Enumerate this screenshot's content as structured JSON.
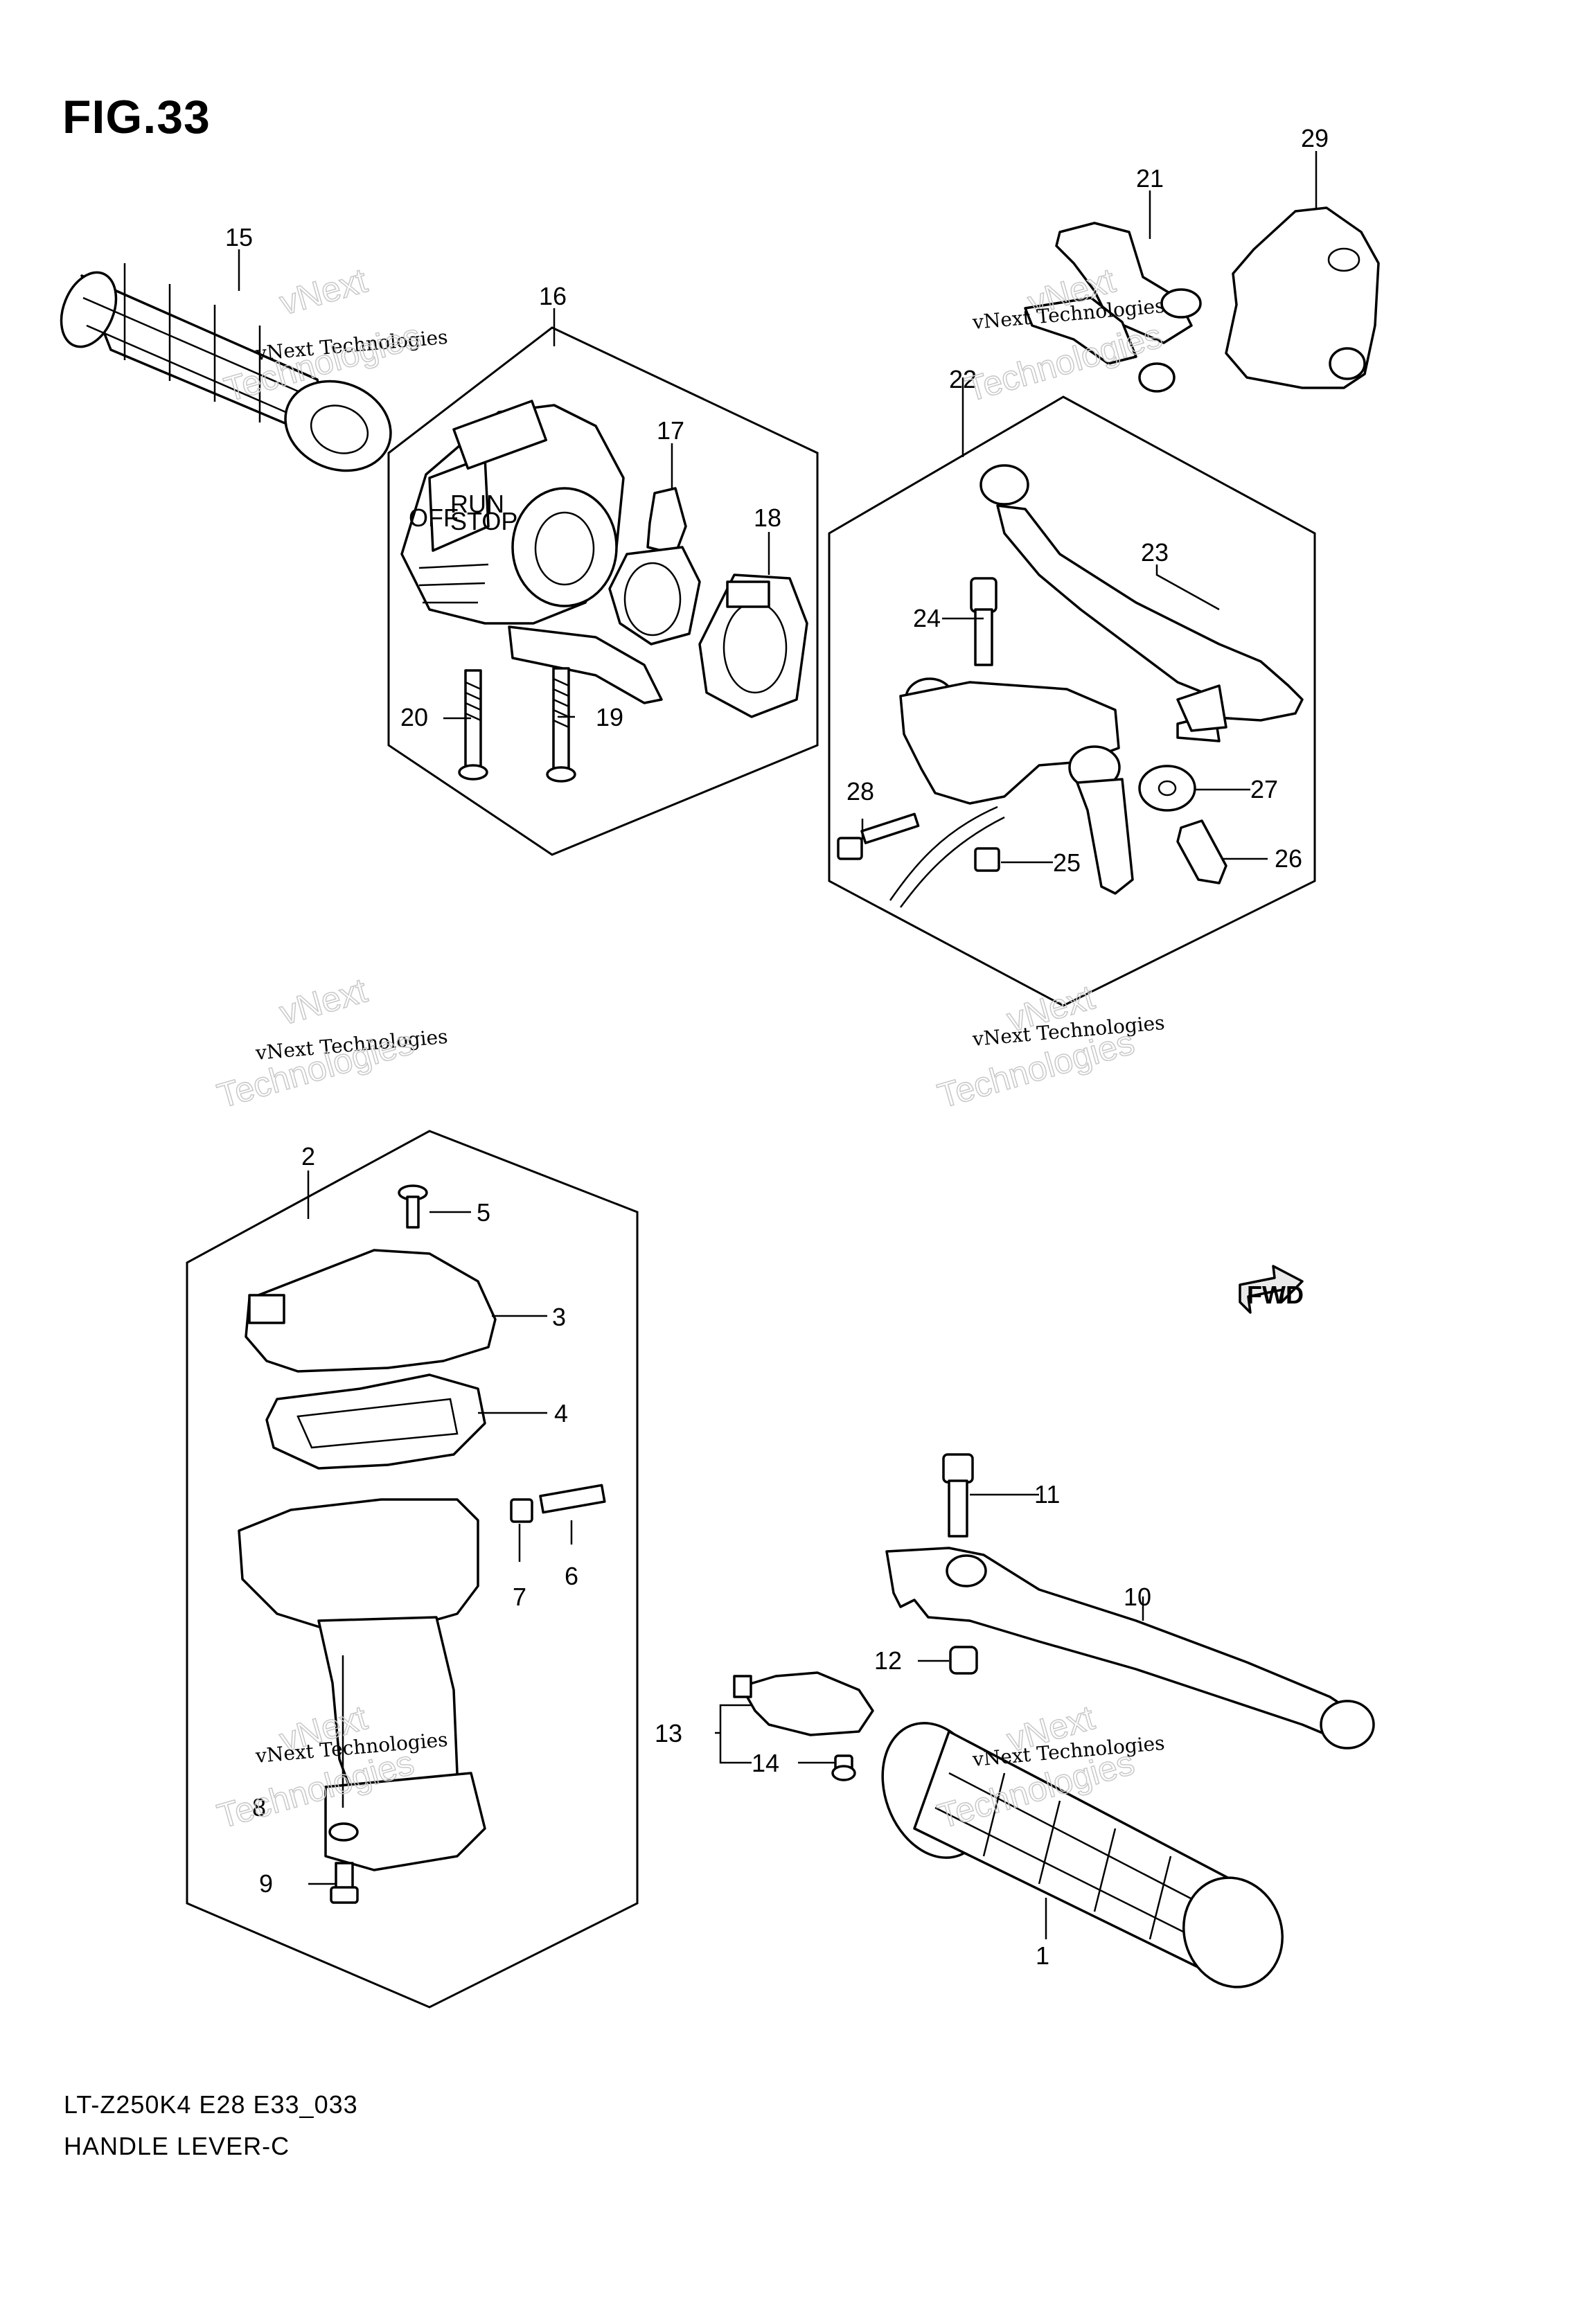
{
  "figure": {
    "title": "FIG.33",
    "model_code": "LT-Z250K4 E28 E33_033",
    "name": "HANDLE LEVER-C"
  },
  "callouts": [
    "1",
    "2",
    "3",
    "4",
    "5",
    "6",
    "7",
    "8",
    "9",
    "10",
    "11",
    "12",
    "13",
    "14",
    "15",
    "16",
    "17",
    "18",
    "19",
    "20",
    "21",
    "22",
    "23",
    "24",
    "25",
    "26",
    "27",
    "28",
    "29"
  ],
  "watermark": {
    "line1": "vNext",
    "line2": "vNext Technologies",
    "line3": "Technologies"
  },
  "switch_labels": {
    "run": "RUN",
    "stop": "STOP",
    "off": "OFF"
  },
  "fwd_label": "FWD"
}
